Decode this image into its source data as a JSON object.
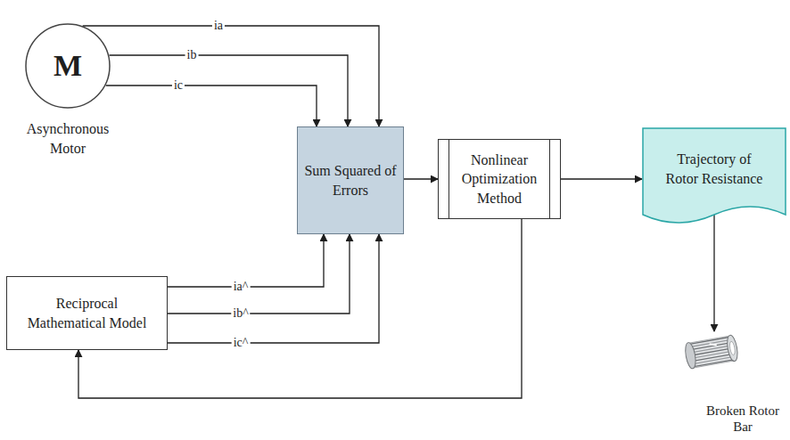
{
  "diagram": {
    "nodes": [
      {
        "text": [
          "M",
          "Asynchronous Motor"
        ]
      },
      {
        "text": [
          "Sum Squared of Errors"
        ]
      },
      {
        "text": [
          "Nonlinear Optimization Method"
        ]
      },
      {
        "text": [
          "Trajectory of Rotor Resistance"
        ]
      },
      {
        "text": [
          "Reciprocal Mathematical Model"
        ]
      },
      {
        "text": [
          "Broken Rotor Bar"
        ]
      }
    ],
    "edges": [
      {
        "from": 0,
        "to": 1,
        "label": "ia",
        "arrow": "to"
      },
      {
        "from": 0,
        "to": 1,
        "label": "ib",
        "arrow": "to"
      },
      {
        "from": 0,
        "to": 1,
        "label": "ic",
        "arrow": "to"
      },
      {
        "from": 4,
        "to": 1,
        "label": "ia^",
        "arrow": "to"
      },
      {
        "from": 4,
        "to": 1,
        "label": "ib^",
        "arrow": "to"
      },
      {
        "from": 4,
        "to": 1,
        "label": "ic^",
        "arrow": "to"
      },
      {
        "from": 1,
        "to": 2,
        "arrow": "to"
      },
      {
        "from": 2,
        "to": 3,
        "arrow": "to"
      },
      {
        "from": 3,
        "to": 5,
        "arrow": "to"
      },
      {
        "from": 2,
        "to": 4,
        "arrow": "to"
      }
    ]
  }
}
